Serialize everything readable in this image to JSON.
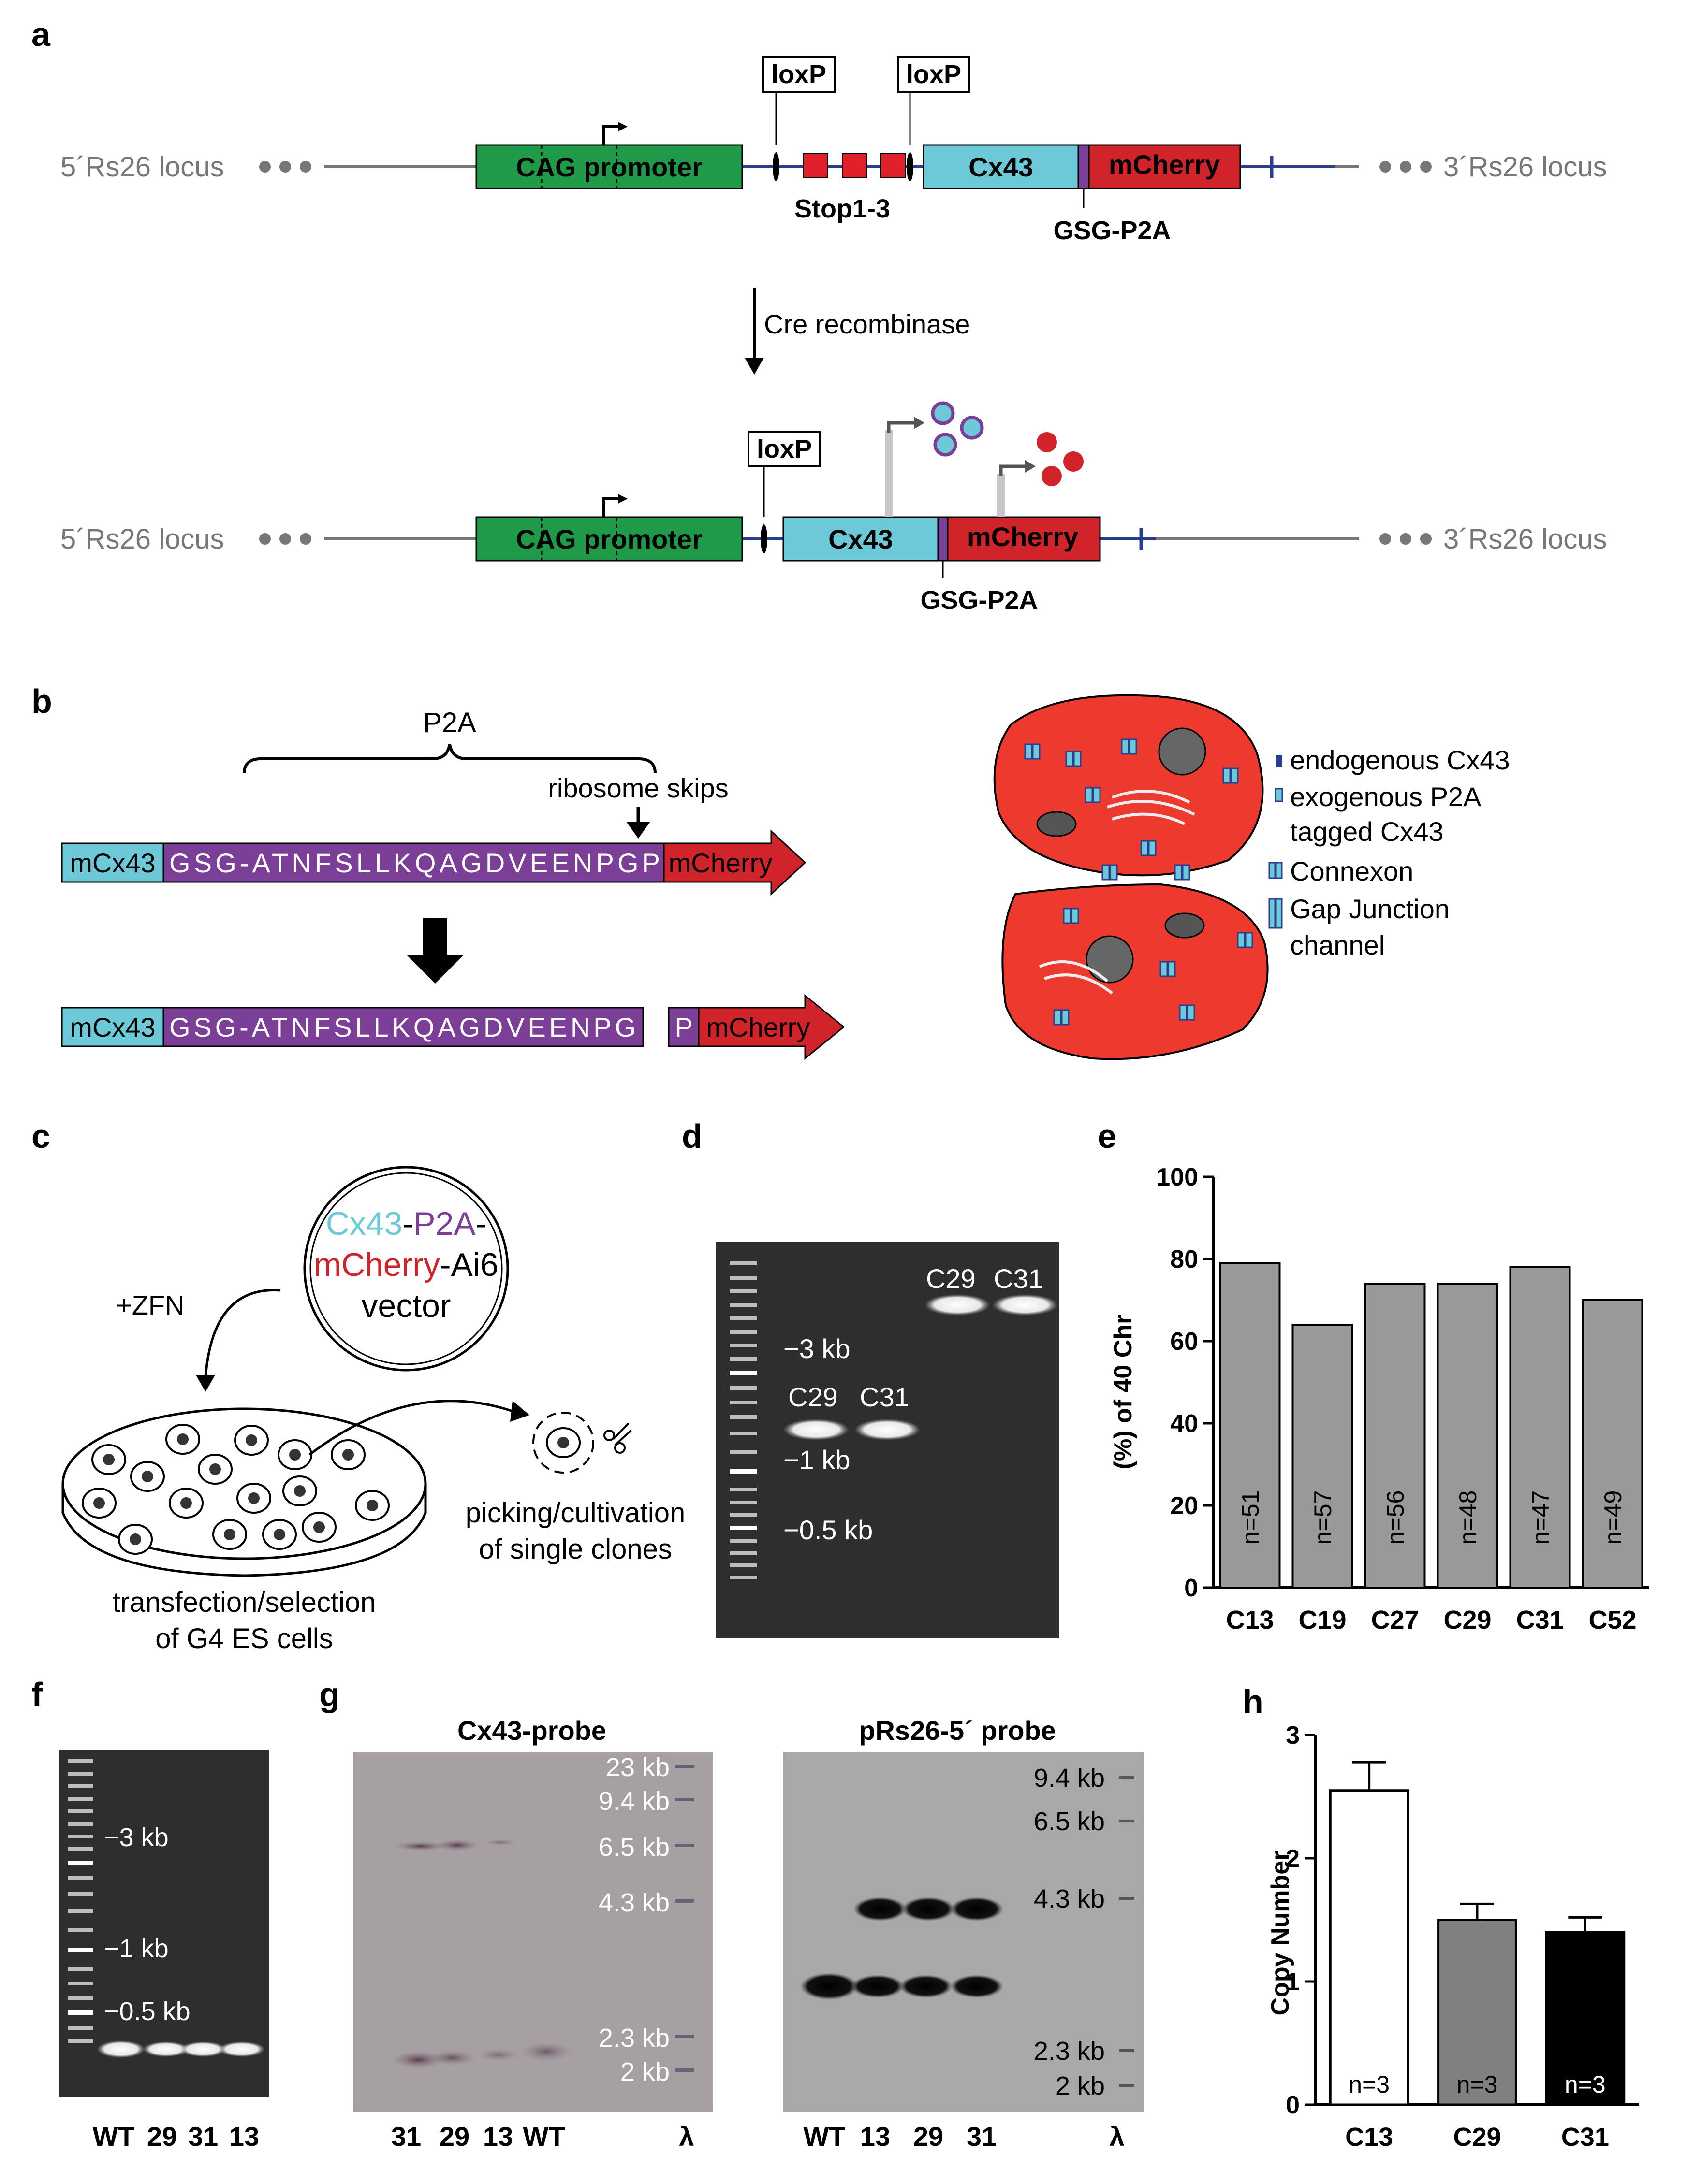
{
  "panel_labels": {
    "a": "a",
    "b": "b",
    "c": "c",
    "d": "d",
    "e": "e",
    "f": "f",
    "g": "g",
    "h": "h"
  },
  "panel_a": {
    "locus_left": "5´Rs26 locus",
    "locus_right": "3´Rs26 locus",
    "cag_promoter": "CAG promoter",
    "loxp": "loxP",
    "stop": "Stop1-3",
    "cx43": "Cx43",
    "mcherry": "mCherry",
    "gsg_p2a": "GSG-P2A",
    "cre": "Cre recombinase",
    "colors": {
      "cag": "#1f9a48",
      "cx43": "#6ccad8",
      "mcherry": "#d0232a",
      "p2a": "#7b3f98",
      "backbone_blue": "#2a3d8f",
      "stop": "#e0202a"
    }
  },
  "panel_b": {
    "p2a_label": "P2A",
    "ribosome": "ribosome skips",
    "mcx43": "mCx43",
    "seq_full": "GSG-ATNFSLLKQAGDVEENPGP",
    "seq_cut": "GSG-ATNFSLLKQAGDVEENPG",
    "p_residue": "P",
    "mcherry": "mCherry",
    "legend": [
      "endogenous Cx43",
      "exogenous P2A",
      "tagged Cx43",
      "Connexon",
      "Gap Junction",
      "channel"
    ]
  },
  "panel_c": {
    "vec_cx43": "Cx43",
    "vec_p2a": "P2A",
    "vec_mcherry": "mCherry",
    "vec_ai6": "-Ai6",
    "vec_word": "vector",
    "zfn": "+ZFN",
    "picking_1": "picking/cultivation",
    "picking_2": "of single clones",
    "transfection_1": "transfection/selection",
    "transfection_2": "of G4 ES cells"
  },
  "panel_d": {
    "markers": [
      "−3 kb",
      "−1 kb",
      "−0.5 kb"
    ],
    "bands": [
      "C29",
      "C31",
      "C29",
      "C31"
    ]
  },
  "chart_data": [
    {
      "type": "bar",
      "panel": "e",
      "categories": [
        "C13",
        "C19",
        "C27",
        "C29",
        "C31",
        "C52"
      ],
      "values": [
        79,
        64,
        74,
        74,
        78,
        70
      ],
      "counts": [
        "n=51",
        "n=57",
        "n=56",
        "n=48",
        "n=47",
        "n=49"
      ],
      "ylabel": "(%) of 40 Chr",
      "ylim": [
        0,
        100
      ],
      "yticks": [
        "0",
        "20",
        "40",
        "60",
        "80",
        "100"
      ],
      "bar_color": "#999999"
    },
    {
      "type": "bar",
      "panel": "h",
      "categories": [
        "C13",
        "C29",
        "C31"
      ],
      "values": [
        2.55,
        1.5,
        1.4
      ],
      "errors": [
        0.23,
        0.13,
        0.12
      ],
      "counts": [
        "n=3",
        "n=3",
        "n=3"
      ],
      "ylabel": "Copy Number",
      "ylim": [
        0,
        3
      ],
      "yticks": [
        "0",
        "1",
        "2",
        "3"
      ],
      "bar_colors": [
        "#ffffff",
        "#808080",
        "#000000"
      ]
    }
  ],
  "panel_f": {
    "markers": [
      "−3 kb",
      "−1 kb",
      "−0.5 kb"
    ],
    "lanes": [
      "WT",
      "29",
      "31",
      "13"
    ]
  },
  "panel_g": {
    "left_title": "Cx43-probe",
    "left_markers": [
      "23 kb",
      "9.4 kb",
      "6.5 kb",
      "4.3 kb",
      "2.3 kb",
      "2 kb"
    ],
    "left_lanes": [
      "31",
      "29",
      "13",
      "WT",
      "λ"
    ],
    "right_title": "pRs26-5´ probe",
    "right_markers": [
      "9.4 kb",
      "6.5 kb",
      "4.3 kb",
      "2.3 kb",
      "2 kb"
    ],
    "right_lanes": [
      "WT",
      "13",
      "29",
      "31",
      "λ"
    ]
  }
}
